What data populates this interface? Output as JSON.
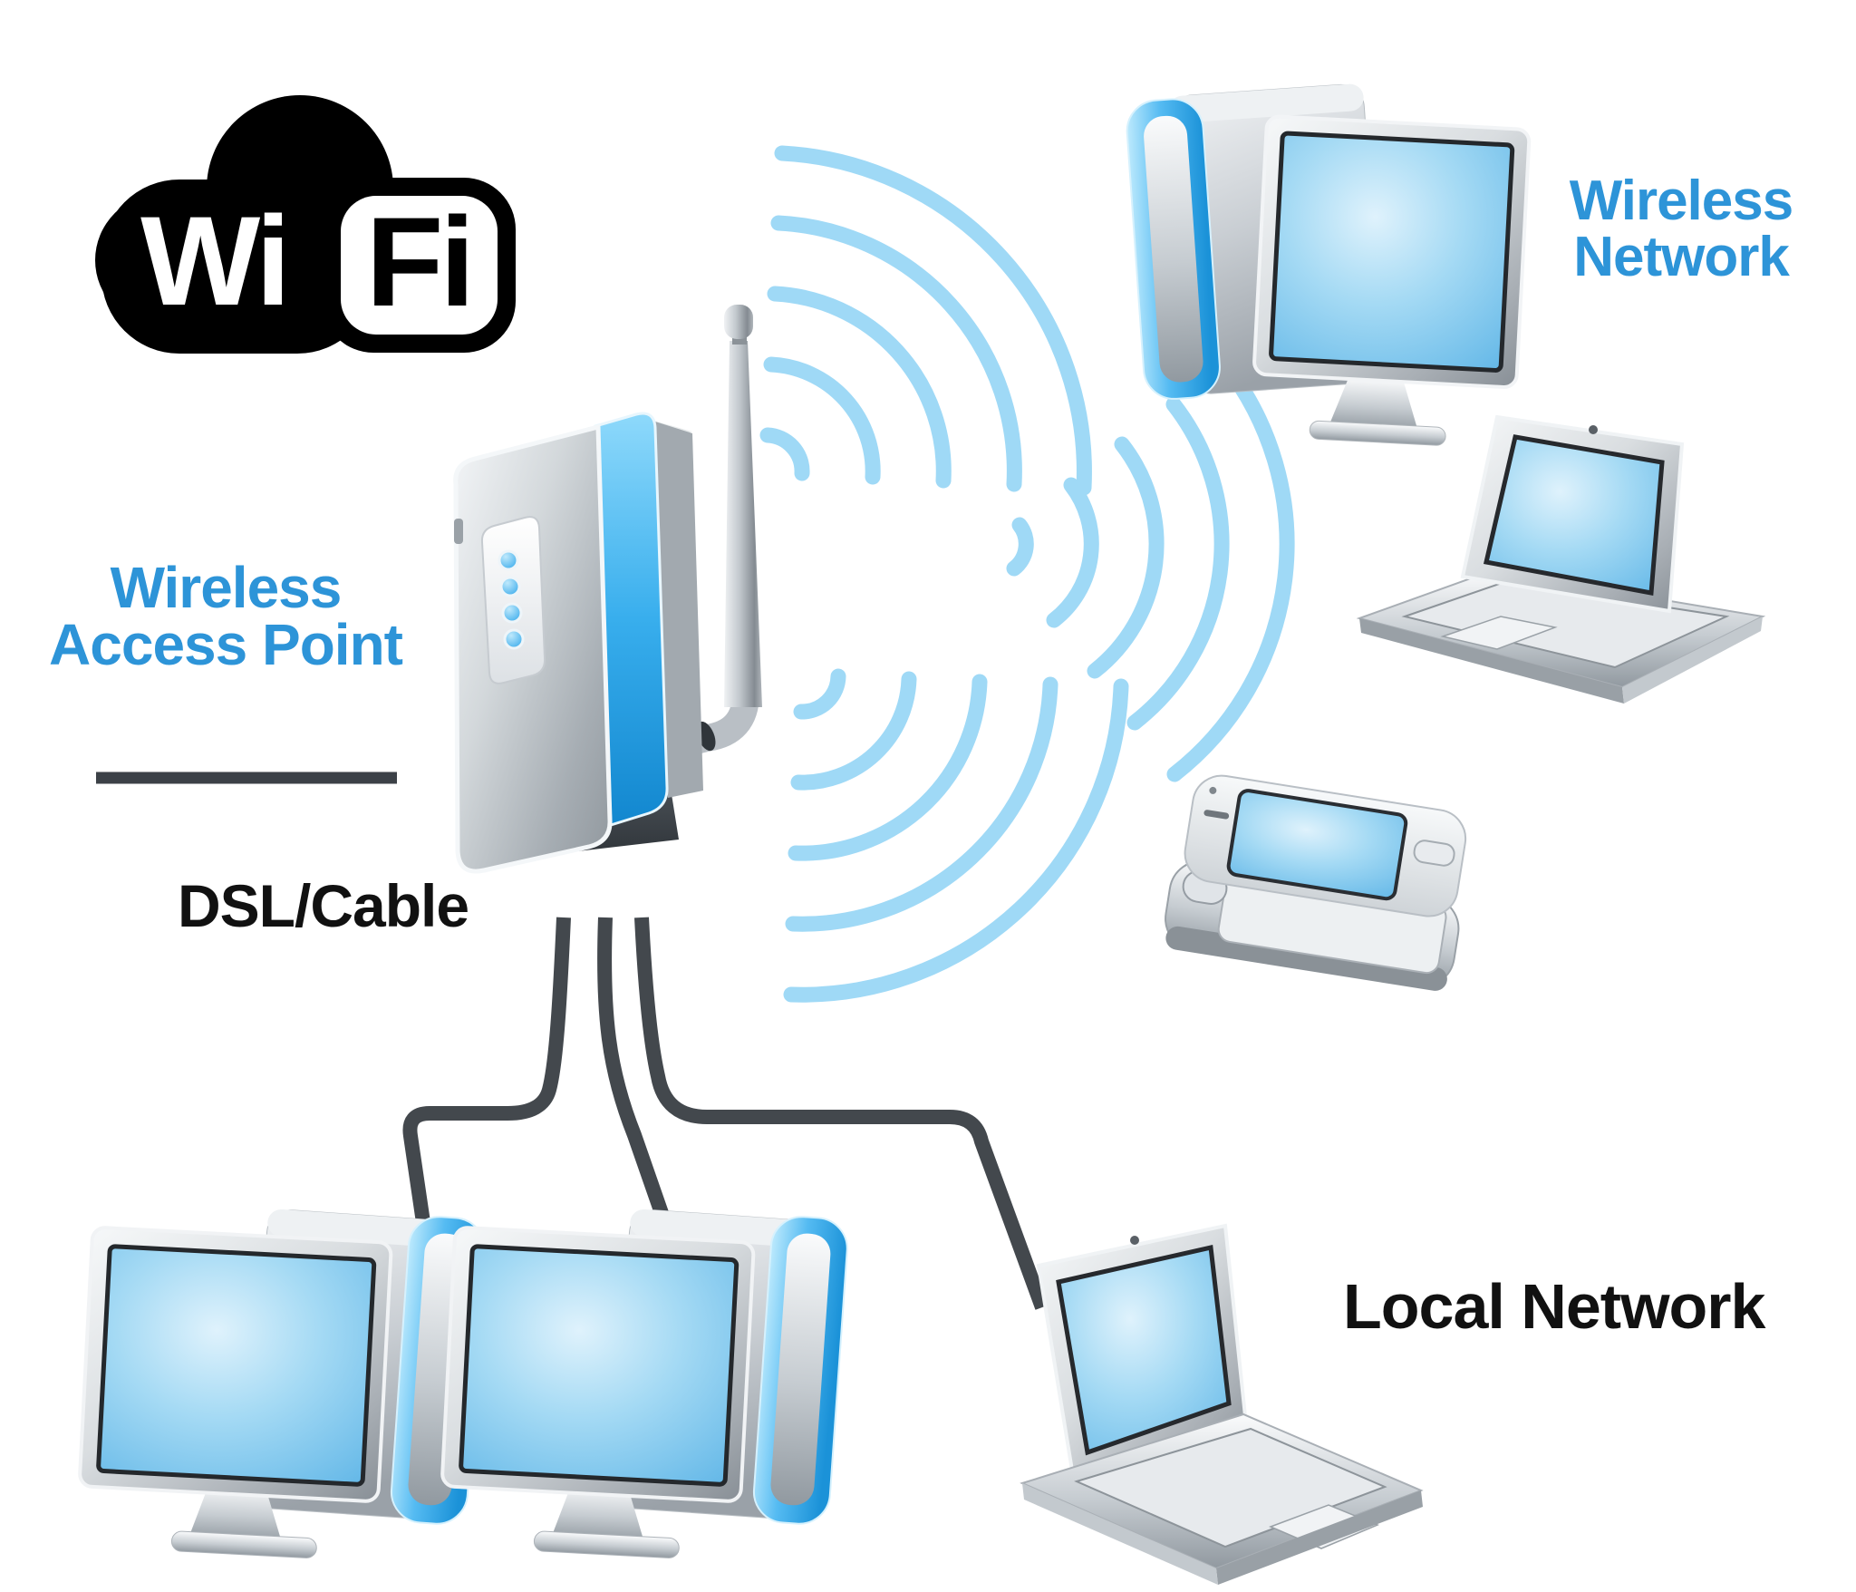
{
  "logo": {
    "wi": "Wi",
    "fi": "Fi"
  },
  "labels": {
    "wireless_network": {
      "line1": "Wireless",
      "line2": "Network"
    },
    "wireless_access_point": {
      "line1": "Wireless",
      "line2": "Access Point"
    },
    "dsl_cable": "DSL/Cable",
    "local_network": "Local Network"
  },
  "colors": {
    "label_blue": "#2d94d8",
    "text_black": "#111111",
    "wave_blue": "#9fd9f6",
    "cable_gray": "#43484d",
    "divider_gray": "#3c4147",
    "accent_blue": "#2fa7ec",
    "screen_blue": "#7ec9ef",
    "logo_black": "#000000"
  },
  "icons": [
    {
      "name": "wifi-logo",
      "glyph": "black cloud badge with Wi and Fi lettering"
    },
    {
      "name": "access-point-icon",
      "glyph": "vertical router, 4 blue LEDs, single antenna"
    },
    {
      "name": "wifi-waves-icon",
      "glyph": "three fans of five blue signal arcs"
    },
    {
      "name": "desktop-computer-icon",
      "glyph": "monitor with blue screen and tower with blue edge"
    },
    {
      "name": "laptop-icon",
      "glyph": "notebook with blue screen"
    },
    {
      "name": "smartphone-icon",
      "glyph": "slider phone with blue screen"
    }
  ]
}
